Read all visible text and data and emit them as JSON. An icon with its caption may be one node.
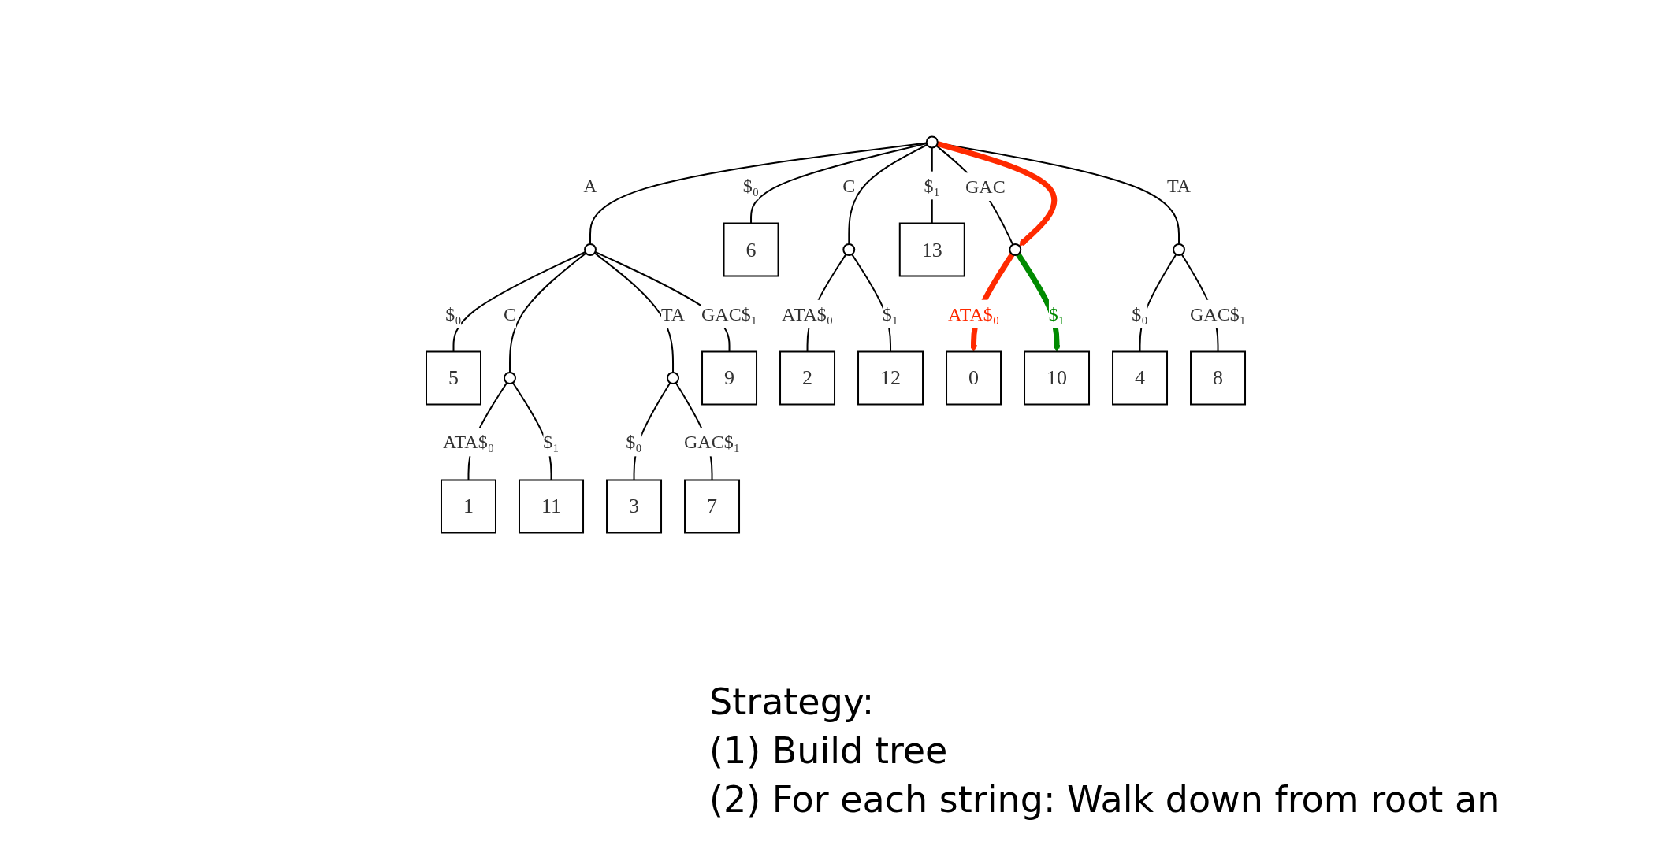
{
  "diagram": {
    "nodes": [
      {
        "text": [],
        "shape": "circle"
      },
      {
        "text": [],
        "shape": "circle"
      },
      {
        "text": [
          "6"
        ]
      },
      {
        "text": [],
        "shape": "circle"
      },
      {
        "text": [
          "13"
        ]
      },
      {
        "text": [],
        "shape": "circle"
      },
      {
        "text": [],
        "shape": "circle"
      },
      {
        "text": [
          "5"
        ]
      },
      {
        "text": [],
        "shape": "circle"
      },
      {
        "text": [],
        "shape": "circle"
      },
      {
        "text": [
          "9"
        ]
      },
      {
        "text": [
          "2"
        ]
      },
      {
        "text": [
          "12"
        ]
      },
      {
        "text": [
          "0"
        ]
      },
      {
        "text": [
          "10"
        ]
      },
      {
        "text": [
          "4"
        ]
      },
      {
        "text": [
          "8"
        ]
      },
      {
        "text": [
          "1"
        ]
      },
      {
        "text": [
          "11"
        ]
      },
      {
        "text": [
          "3"
        ]
      },
      {
        "text": [
          "7"
        ]
      }
    ],
    "edges": [
      {
        "from": 0,
        "to": 1,
        "arrow": "none",
        "label": "A"
      },
      {
        "from": 0,
        "to": 2,
        "arrow": "none",
        "label": "$₀"
      },
      {
        "from": 0,
        "to": 3,
        "arrow": "none",
        "label": "C"
      },
      {
        "from": 0,
        "to": 4,
        "arrow": "none",
        "label": "$₁"
      },
      {
        "from": 0,
        "to": 5,
        "arrow": "none",
        "label": "GAC"
      },
      {
        "from": 0,
        "to": 6,
        "arrow": "none",
        "label": "TA"
      },
      {
        "from": 0,
        "to": 5,
        "arrow": "to",
        "style": "thick",
        "color": "#ff2a00"
      },
      {
        "from": 1,
        "to": 7,
        "arrow": "none",
        "label": "$₀"
      },
      {
        "from": 1,
        "to": 8,
        "arrow": "none",
        "label": "C"
      },
      {
        "from": 1,
        "to": 9,
        "arrow": "none",
        "label": "TA"
      },
      {
        "from": 1,
        "to": 10,
        "arrow": "none",
        "label": "GAC$₁"
      },
      {
        "from": 3,
        "to": 11,
        "arrow": "none",
        "label": "ATA$₀"
      },
      {
        "from": 3,
        "to": 12,
        "arrow": "none",
        "label": "$₁"
      },
      {
        "from": 5,
        "to": 13,
        "arrow": "to",
        "label": "ATA$₀",
        "style": "thick",
        "color": "#ff2a00"
      },
      {
        "from": 5,
        "to": 14,
        "arrow": "to",
        "label": "$₁",
        "style": "thick",
        "color": "#008a00"
      },
      {
        "from": 6,
        "to": 15,
        "arrow": "none",
        "label": "$₀"
      },
      {
        "from": 6,
        "to": 16,
        "arrow": "none",
        "label": "GAC$₁"
      },
      {
        "from": 8,
        "to": 17,
        "arrow": "none",
        "label": "ATA$₀"
      },
      {
        "from": 8,
        "to": 18,
        "arrow": "none",
        "label": "$₁"
      },
      {
        "from": 9,
        "to": 19,
        "arrow": "none",
        "label": "$₀"
      },
      {
        "from": 9,
        "to": 20,
        "arrow": "none",
        "label": "GAC$₁"
      }
    ],
    "labels": [
      "Strategy:",
      "(1) Build tree",
      "(2) For each string: Walk down from root an"
    ]
  }
}
